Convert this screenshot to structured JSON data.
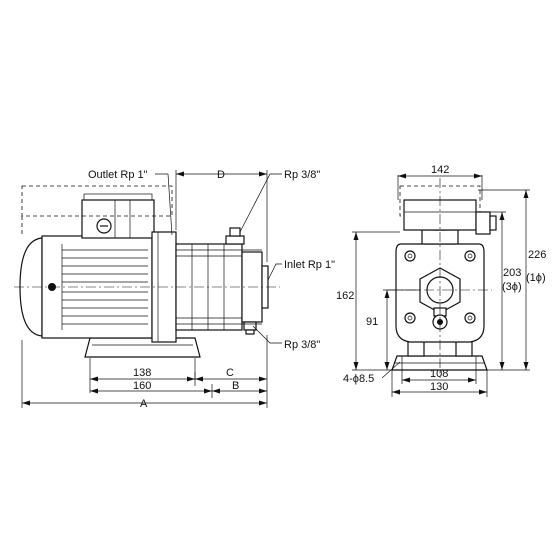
{
  "labels": {
    "outlet": "Outlet Rp 1\"",
    "d": "D",
    "rp_top": "Rp 3/8\"",
    "inlet": "Inlet Rp 1\"",
    "rp_bottom": "Rp 3/8\"",
    "dim_138": "138",
    "dim_c": "C",
    "dim_160": "160",
    "dim_b": "B",
    "dim_a": "A",
    "dim_142": "142",
    "dim_162": "162",
    "dim_91": "91",
    "dim_203": "203",
    "dim_3phi": "(3ϕ)",
    "dim_226": "226",
    "dim_1phi": "(1ϕ)",
    "holes": "4-ϕ8.5",
    "dim_108": "108",
    "dim_130": "130"
  }
}
